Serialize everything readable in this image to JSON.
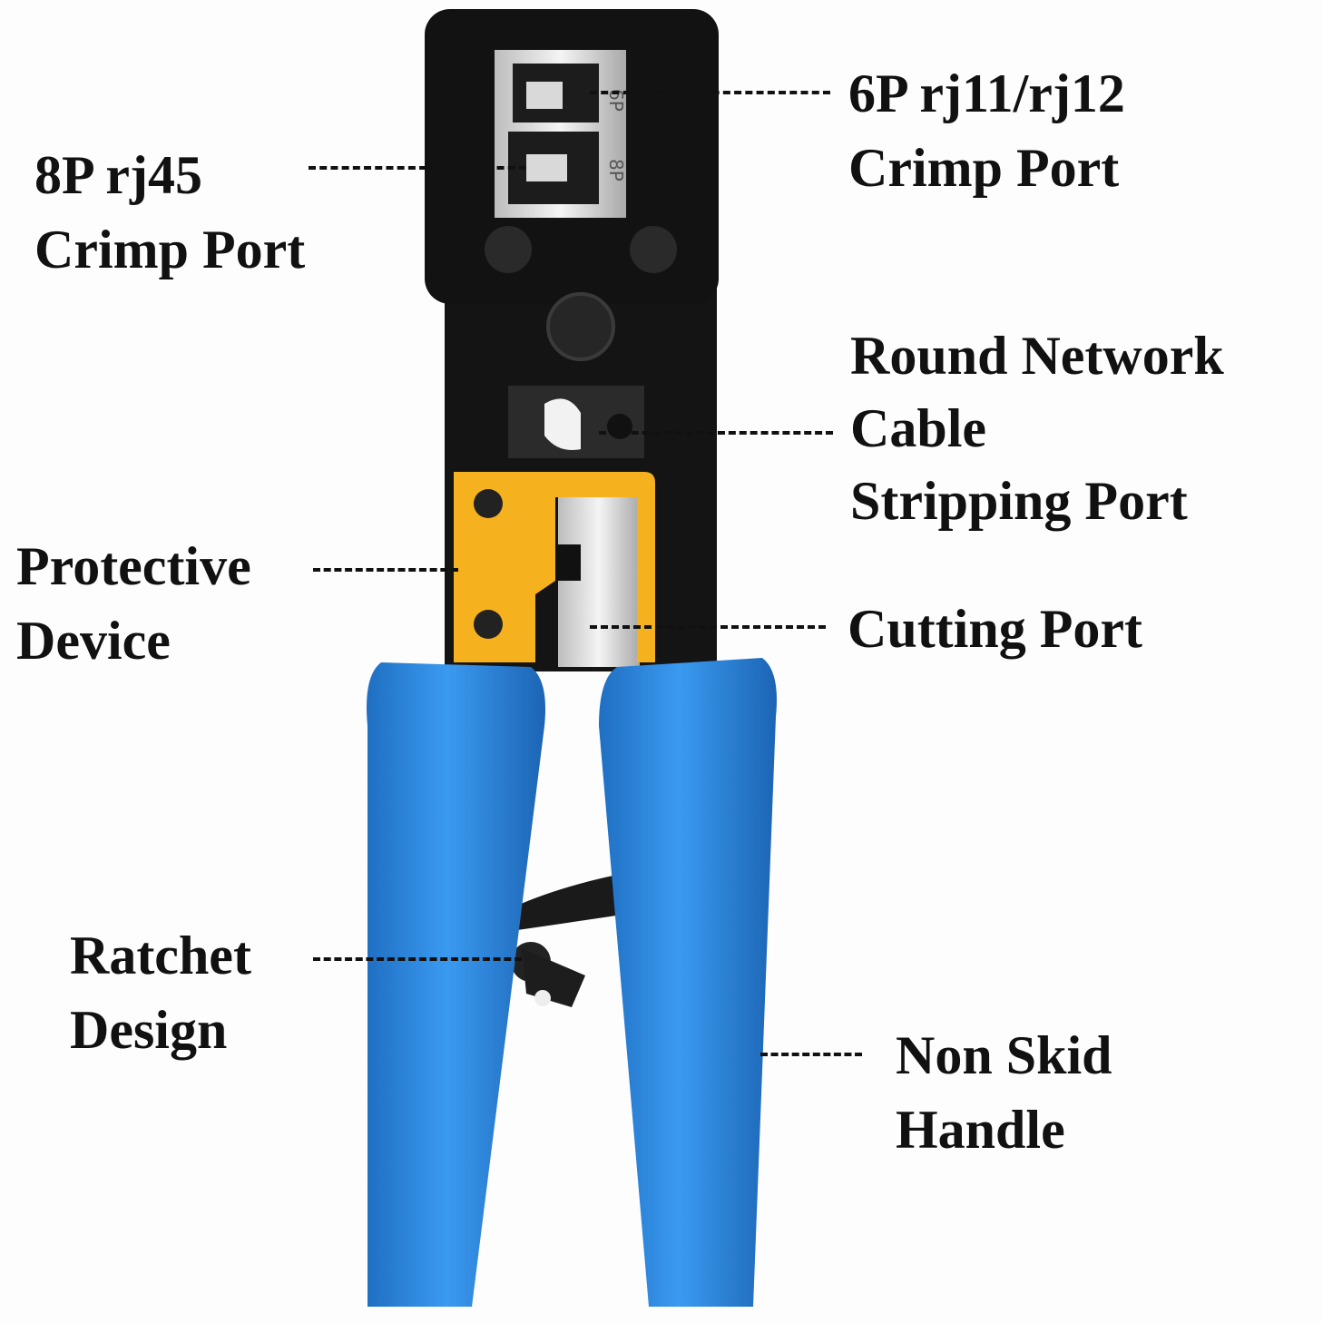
{
  "colors": {
    "body": "#121212",
    "handle": "#2e8be0",
    "guard": "#f5b11e",
    "die": "#e9e9e9",
    "text": "#111111"
  },
  "callouts": [
    {
      "id": "rj11",
      "lines": [
        "6P rj11/rj12",
        "Crimp Port"
      ]
    },
    {
      "id": "rj45",
      "lines": [
        "8P rj45",
        "Crimp Port"
      ]
    },
    {
      "id": "stripping",
      "lines": [
        "Round Network",
        "Cable",
        "Stripping Port"
      ]
    },
    {
      "id": "protective",
      "lines": [
        "Protective",
        "Device"
      ]
    },
    {
      "id": "cutting",
      "lines": [
        "Cutting Port"
      ]
    },
    {
      "id": "ratchet",
      "lines": [
        "Ratchet",
        "Design"
      ]
    },
    {
      "id": "handle",
      "lines": [
        "Non Skid",
        "Handle"
      ]
    }
  ],
  "die_marks": [
    "6P",
    "8P"
  ]
}
